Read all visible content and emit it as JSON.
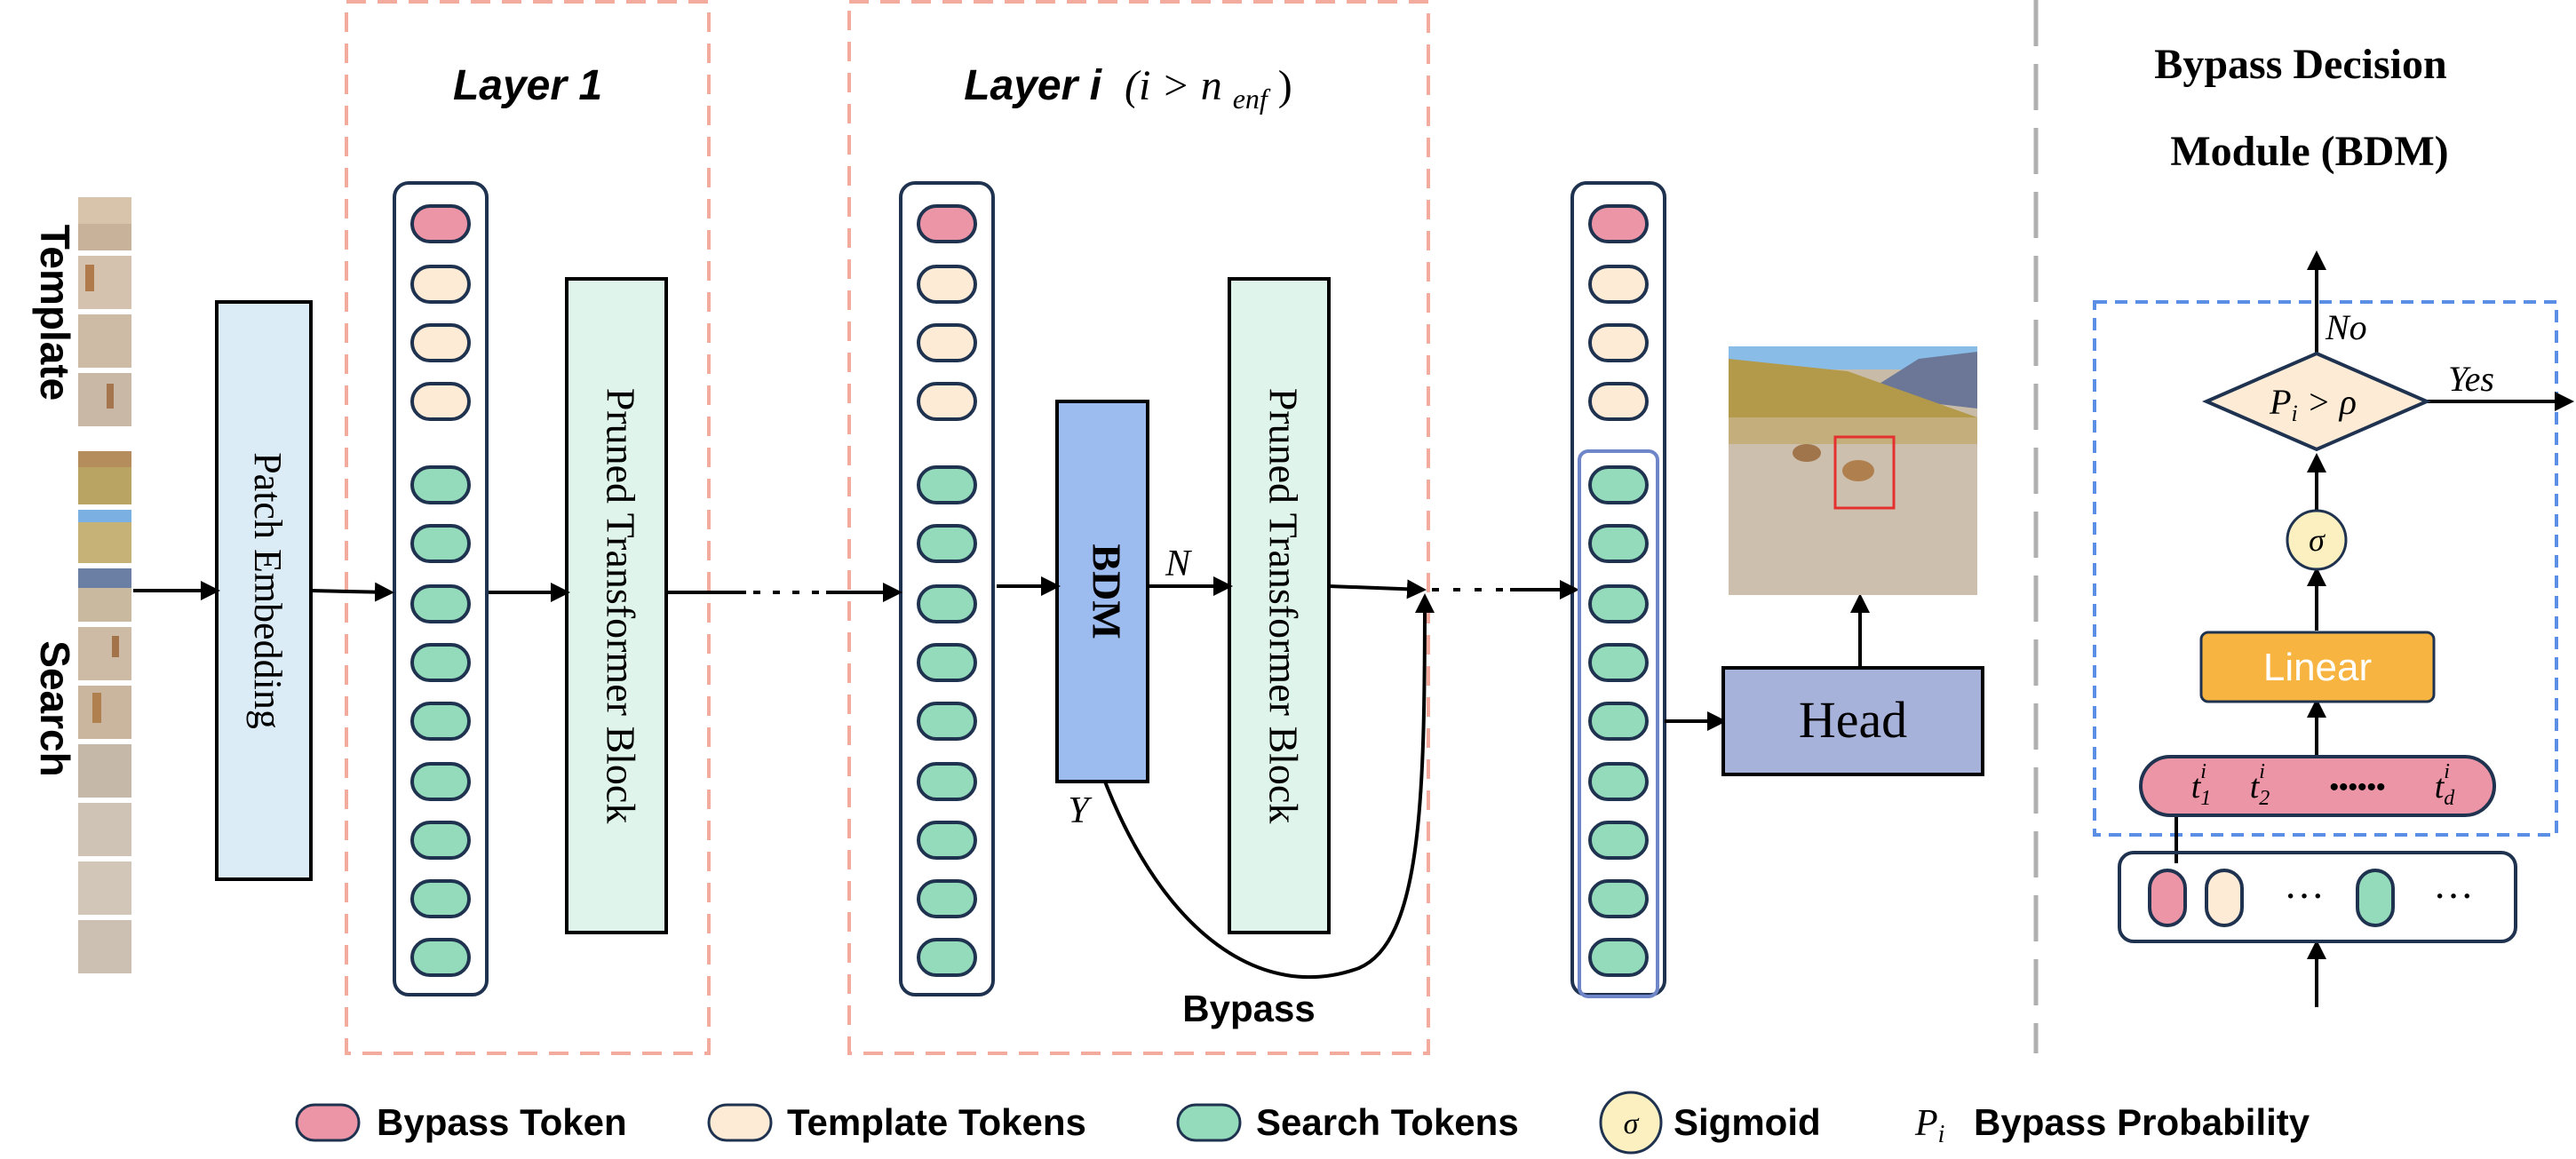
{
  "side_labels": {
    "template": "Template",
    "search": "Search"
  },
  "layers": {
    "layer1_title": "Layer 1",
    "layeri_title_main": "Layer i",
    "layeri_title_cond": "(i > n",
    "layeri_title_sub": "enf",
    "layeri_title_close": ")"
  },
  "blocks": {
    "patch_embedding": "Patch Embedding",
    "pruned_block_1": "Pruned Transformer Block",
    "pruned_block_2": "Pruned Transformer Block",
    "bdm": "BDM",
    "head": "Head"
  },
  "edge_labels": {
    "n": "N",
    "y": "Y",
    "bypass": "Bypass"
  },
  "bdm_panel": {
    "title_line1": "Bypass Decision",
    "title_line2": "Module (BDM)",
    "no": "No",
    "yes": "Yes",
    "decision_p": "P",
    "decision_sub": "i",
    "decision_rest": " > ρ",
    "sigma": "σ",
    "linear": "Linear",
    "t_symbol": "t",
    "t1_sub": "1",
    "t2_sub": "2",
    "td_sub": "d",
    "t_sup": "i",
    "dots": "••••••",
    "ellipsis": "···"
  },
  "legend": {
    "bypass_token": "Bypass Token",
    "template_tokens": "Template Tokens",
    "search_tokens": "Search Tokens",
    "sigma_symbol": "σ",
    "sigmoid": "Sigmoid",
    "p_symbol": "P",
    "p_sub": "i",
    "bypass_probability": "Bypass Probability"
  },
  "colors": {
    "bypass_token": "#ec95a6",
    "template_token": "#fdebd6",
    "search_token": "#94dbbb",
    "token_stroke": "#1f3350",
    "patch_embedding_fill": "#dcecf7",
    "pruned_block_fill": "#dff4ea",
    "bdm_fill": "#9cbbef",
    "head_fill": "#a7b2da",
    "linear_fill": "#f7b441",
    "decision_fill": "#fdebd6",
    "sigma_fill": "#fcefc0",
    "layer_border": "#f2ab9c",
    "bdm_panel_border": "#5b8fe6",
    "divider": "#b0b0b0"
  }
}
